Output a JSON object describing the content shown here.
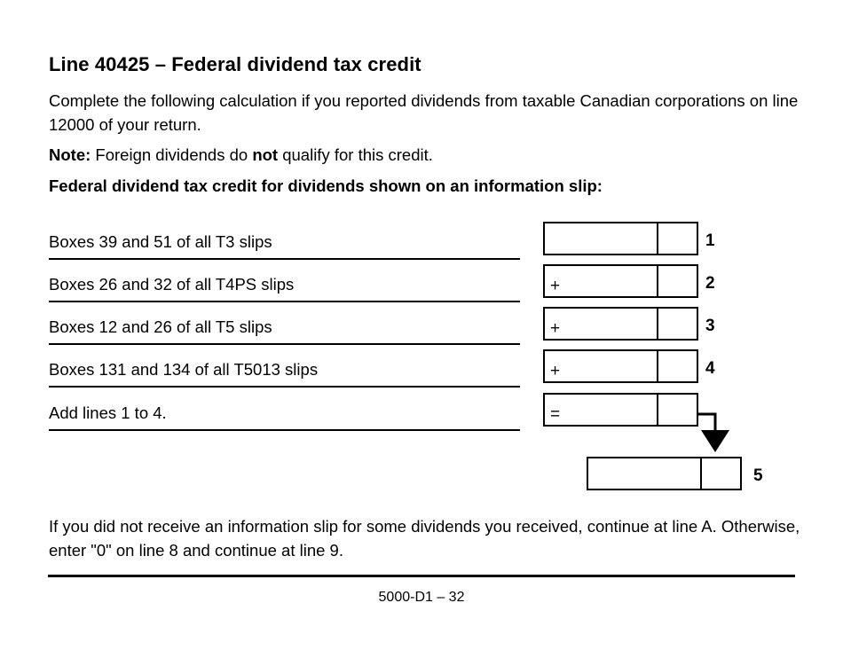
{
  "document": {
    "heading": "Line 40425 – Federal dividend tax credit",
    "intro": "Complete the following calculation if you reported dividends from taxable Canadian corporations on line 12000 of your return.",
    "note_label": "Note:",
    "note_text_before": " Foreign dividends do ",
    "note_emphasis": "not",
    "note_text_after": " qualify for this credit.",
    "subheading": "Federal dividend tax credit for dividends shown on an information slip:",
    "closing_note": "If you did not receive an information slip for some dividends you received, continue at line A. Otherwise, enter \"0\" on line 8 and continue at line 9.",
    "footer": "5000-D1 – 32"
  },
  "calculation": {
    "rows": [
      {
        "label": "Boxes 39 and 51 of all T3 slips",
        "operator": "",
        "value": "",
        "line_no": "1"
      },
      {
        "label": "Boxes 26 and 32 of all T4PS slips",
        "operator": "+",
        "value": "",
        "line_no": "2"
      },
      {
        "label": "Boxes 12 and 26 of all T5 slips",
        "operator": "+",
        "value": "",
        "line_no": "3"
      },
      {
        "label": "Boxes 131 and 134 of all T5013 slips",
        "operator": "+",
        "value": "",
        "line_no": "4"
      },
      {
        "label": "Add lines 1 to 4.",
        "operator": "=",
        "value": "",
        "line_no": ""
      }
    ],
    "total": {
      "operator": "",
      "value": "",
      "line_no": "5"
    }
  }
}
